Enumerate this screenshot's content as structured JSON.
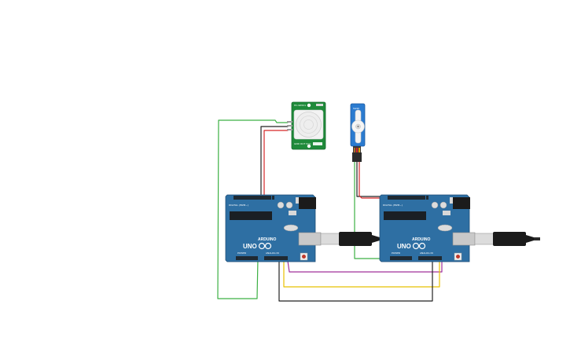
{
  "components": {
    "pir_sensor": {
      "label_top": "HC-SR501",
      "label_bottom": "GND OUT VCC"
    },
    "arduino_1": {
      "brand": "UNO",
      "logo_text": "ARDUINO",
      "digital_label": "DIGITAL (PWM~)",
      "analog_label": "ANALOG IN",
      "power_label": "POWER"
    },
    "arduino_2": {
      "brand": "UNO",
      "logo_text": "ARDUINO",
      "digital_label": "DIGITAL (PWM~)",
      "analog_label": "ANALOG IN",
      "power_label": "POWER"
    },
    "servo": {
      "label": "SG90"
    }
  },
  "wires": [
    {
      "name": "pir-signal-wire",
      "color": "#3cb043"
    },
    {
      "name": "pir-gnd-wire",
      "color": "#222222"
    },
    {
      "name": "pir-vcc-wire",
      "color": "#d62728"
    },
    {
      "name": "servo-signal-wire",
      "color": "#3cb043"
    },
    {
      "name": "servo-gnd-wire",
      "color": "#222222"
    },
    {
      "name": "servo-vcc-wire",
      "color": "#d62728"
    },
    {
      "name": "link-purple-wire",
      "color": "#a0309a"
    },
    {
      "name": "link-yellow-wire",
      "color": "#e8c000"
    },
    {
      "name": "link-black-wire",
      "color": "#222222"
    }
  ],
  "colors": {
    "board": "#2e6fa3",
    "board_dark": "#23577f",
    "pcb_green": "#1f8a3a",
    "servo_blue": "#2b7bd0"
  }
}
